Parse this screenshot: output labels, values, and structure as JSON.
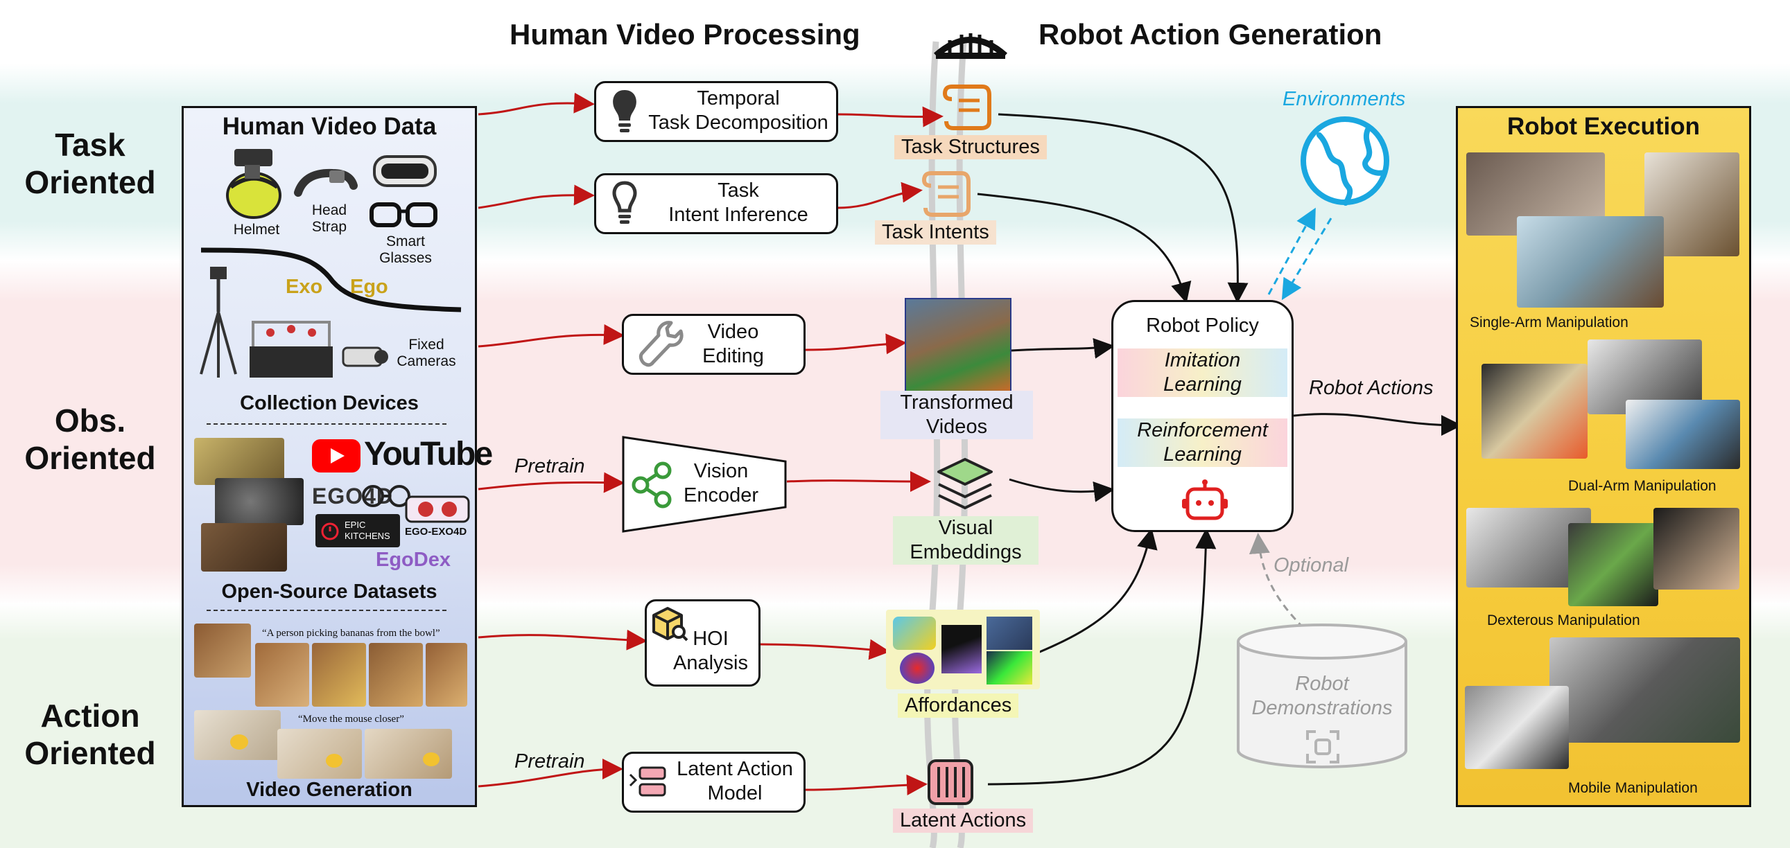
{
  "header": {
    "left": "Human Video Processing",
    "right": "Robot Action Generation"
  },
  "rows": {
    "task": [
      "Task",
      "Oriented"
    ],
    "obs": [
      "Obs.",
      "Oriented"
    ],
    "action": [
      "Action",
      "Oriented"
    ]
  },
  "human_video_data": {
    "title": "Human Video Data",
    "devices": {
      "helmet": "Helmet",
      "head_strap": [
        "Head",
        "Strap"
      ],
      "smart_glasses": [
        "Smart",
        "Glasses"
      ],
      "exo": "Exo",
      "ego": "Ego",
      "fixed_cameras": [
        "Fixed",
        "Cameras"
      ]
    },
    "collection_devices": "Collection Devices",
    "datasets": {
      "youtube": "YouTube",
      "ego4d": "EGO4D",
      "epic_kitchens": [
        "EPIC",
        "KITCHENS"
      ],
      "ego_exo4d": "EGO-EXO4D",
      "egodex": "EgoDex"
    },
    "open_source_datasets": "Open-Source Datasets",
    "gen_prompt_1": "“A person picking bananas from the bowl”",
    "gen_prompt_2": "“Move the mouse closer”",
    "video_generation": "Video Generation"
  },
  "processing": {
    "temporal": [
      "Temporal",
      "Task Decomposition"
    ],
    "intent": [
      "Task",
      "Intent Inference"
    ],
    "video_editing": [
      "Video",
      "Editing"
    ],
    "vision_encoder": [
      "Vision",
      "Encoder"
    ],
    "hoi": [
      "HOI",
      "Analysis"
    ],
    "latent_action_model": [
      "Latent Action",
      "Model"
    ],
    "pretrain_1": "Pretrain",
    "pretrain_2": "Pretrain"
  },
  "outputs": {
    "task_structures": "Task Structures",
    "task_intents": "Task Intents",
    "transformed_videos": [
      "Transformed",
      "Videos"
    ],
    "visual_embeddings": [
      "Visual",
      "Embeddings"
    ],
    "affordances": "Affordances",
    "latent_actions": "Latent Actions"
  },
  "policy": {
    "title": "Robot Policy",
    "imitation": [
      "Imitation",
      "Learning"
    ],
    "reinforcement": [
      "Reinforcement",
      "Learning"
    ]
  },
  "environments": "Environments",
  "optional": "Optional",
  "demonstrations": [
    "Robot",
    "Demonstrations"
  ],
  "robot_actions": "Robot Actions",
  "execution": {
    "title": "Robot Execution",
    "single_arm": "Single-Arm Manipulation",
    "dual_arm": "Dual-Arm Manipulation",
    "dexterous": "Dexterous Manipulation",
    "mobile": "Mobile Manipulation"
  },
  "colors": {
    "task_band": "#e3f3f1",
    "obs_band": "#fbeaea",
    "action_band": "#edf5ea",
    "red_arrow": "#c01515",
    "env_blue": "#1aa7e0",
    "exec_yellow": "#f6cc3c",
    "policy_bot_red": "#e02020",
    "gray": "#9a9a9a"
  }
}
